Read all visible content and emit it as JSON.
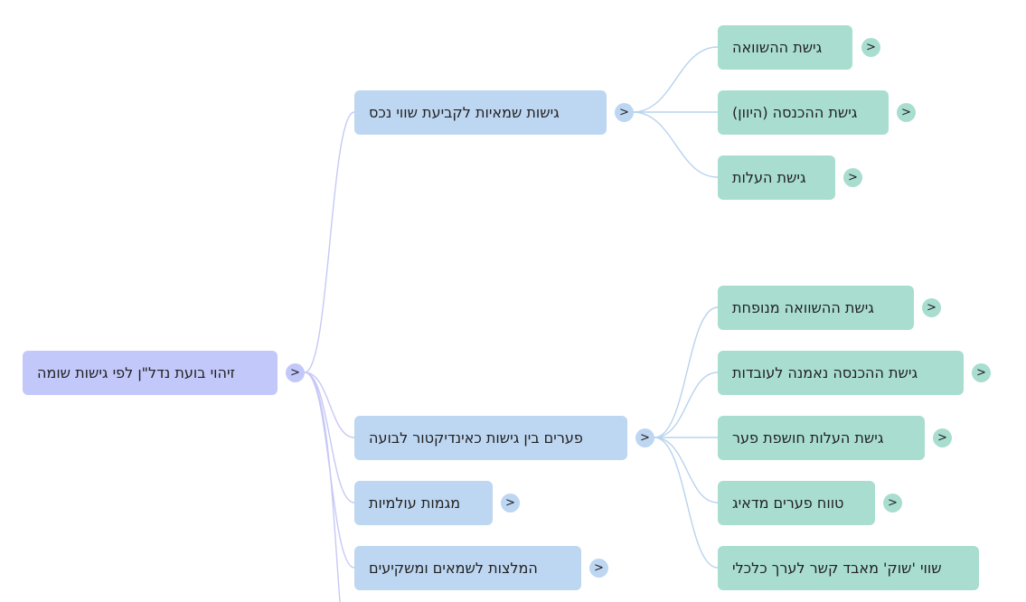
{
  "root": {
    "label": "זיהוי בועת נדל\"ן לפי גישות שומה",
    "toggle": ">"
  },
  "branches": [
    {
      "label": "גישות שמאיות לקביעת שווי נכס",
      "toggle": ">",
      "children": [
        {
          "label": "גישת ההשוואה",
          "toggle": ">"
        },
        {
          "label": "גישת ההכנסה (היוון)",
          "toggle": ">"
        },
        {
          "label": "גישת העלות",
          "toggle": ">"
        }
      ]
    },
    {
      "label": "פערים בין גישות כאינדיקטור לבועה",
      "toggle": ">",
      "children": [
        {
          "label": "גישת ההשוואה מנופחת",
          "toggle": ">"
        },
        {
          "label": "גישת ההכנסה נאמנה לעובדות",
          "toggle": ">"
        },
        {
          "label": "גישת העלות חושפת פער",
          "toggle": ">"
        },
        {
          "label": "טווח פערים מדאיג",
          "toggle": ">"
        },
        {
          "label": "שווי 'שוק' מאבד קשר לערך כלכלי",
          "toggle": ""
        }
      ]
    },
    {
      "label": "מגמות עולמיות",
      "toggle": ">",
      "children": []
    },
    {
      "label": "המלצות לשמאים ומשקיעים",
      "toggle": ">",
      "children": []
    }
  ],
  "colors": {
    "root": "#c3c8fb",
    "level1": "#bdd6f1",
    "level2": "#a8ddd0",
    "link_root": "#c7c9f5",
    "link_level1": "#b9d3ee"
  }
}
